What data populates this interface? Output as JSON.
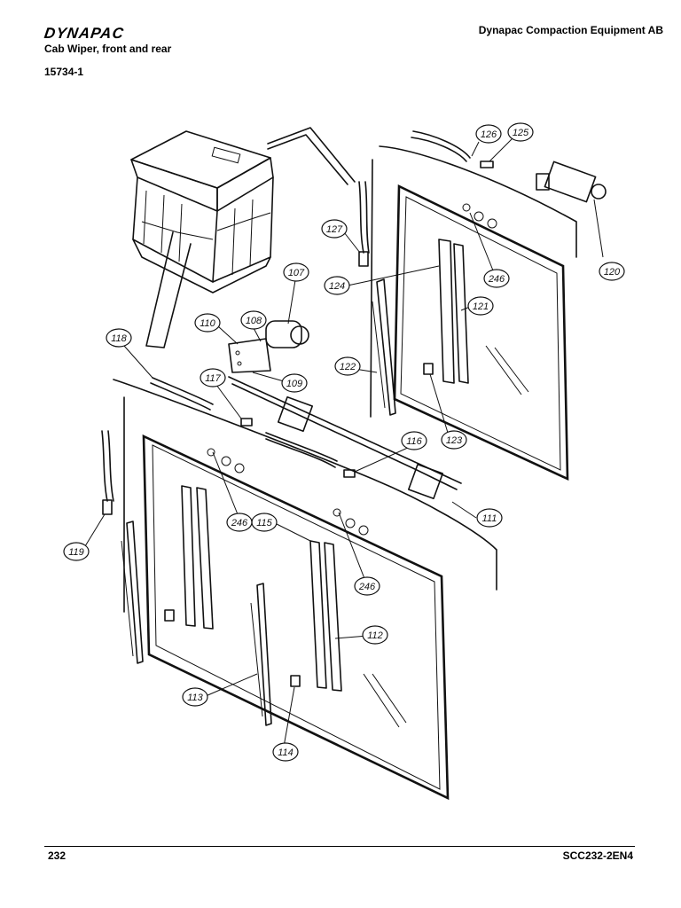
{
  "header": {
    "brand": "DYNAPAC",
    "company": "Dynapac Compaction Equipment AB",
    "subtitle": "Cab Wiper, front and rear",
    "doc_number": "15734-1"
  },
  "footer": {
    "page": "232",
    "code": "SCC232-2EN4"
  },
  "callouts": [
    {
      "id": "c107",
      "label": "107"
    },
    {
      "id": "c108",
      "label": "108"
    },
    {
      "id": "c109",
      "label": "109"
    },
    {
      "id": "c110",
      "label": "110"
    },
    {
      "id": "c111",
      "label": "111"
    },
    {
      "id": "c112",
      "label": "112"
    },
    {
      "id": "c113",
      "label": "113"
    },
    {
      "id": "c114",
      "label": "114"
    },
    {
      "id": "c115",
      "label": "115"
    },
    {
      "id": "c116",
      "label": "116"
    },
    {
      "id": "c117",
      "label": "117"
    },
    {
      "id": "c118",
      "label": "118"
    },
    {
      "id": "c119",
      "label": "119"
    },
    {
      "id": "c120",
      "label": "120"
    },
    {
      "id": "c121",
      "label": "121"
    },
    {
      "id": "c122",
      "label": "122"
    },
    {
      "id": "c123",
      "label": "123"
    },
    {
      "id": "c124",
      "label": "124"
    },
    {
      "id": "c125",
      "label": "125"
    },
    {
      "id": "c126",
      "label": "126"
    },
    {
      "id": "c127",
      "label": "127"
    },
    {
      "id": "c246a",
      "label": "246"
    },
    {
      "id": "c246b",
      "label": "246"
    },
    {
      "id": "c246c",
      "label": "246"
    }
  ]
}
